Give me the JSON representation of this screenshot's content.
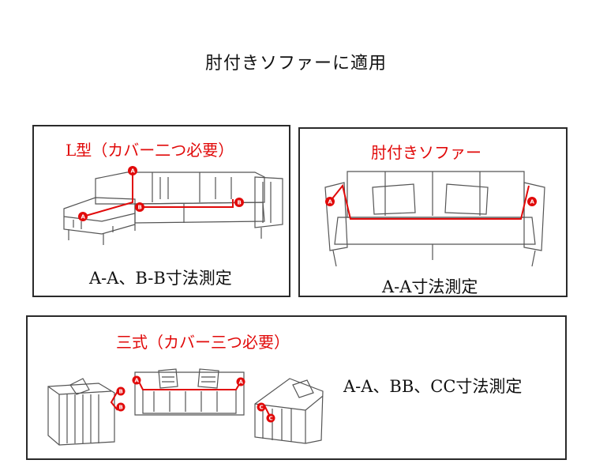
{
  "page": {
    "title": "肘付きソファーに適用"
  },
  "panels": [
    {
      "id": "l-shape",
      "heading": "L型（カバー二つ必要）",
      "measure": "A-A、B-B寸法測定",
      "markers": [
        "A",
        "A",
        "B",
        "B"
      ]
    },
    {
      "id": "armrest",
      "heading": "肘付きソファー",
      "measure": "A-A寸法測定",
      "markers": [
        "A",
        "A"
      ]
    },
    {
      "id": "three-piece",
      "heading": "三式（カバー三つ必要）",
      "measure": "A-A、BB、CC寸法測定",
      "markers": [
        "A",
        "A",
        "B",
        "B",
        "C",
        "C"
      ]
    }
  ],
  "colors": {
    "accent_red": "#e10a0a",
    "border": "#2a2a2a",
    "sketch": "#555555"
  },
  "icons": [
    "l-sofa-sketch",
    "armrest-sofa-sketch",
    "armchair-sketch",
    "three-seat-sofa-sketch"
  ]
}
